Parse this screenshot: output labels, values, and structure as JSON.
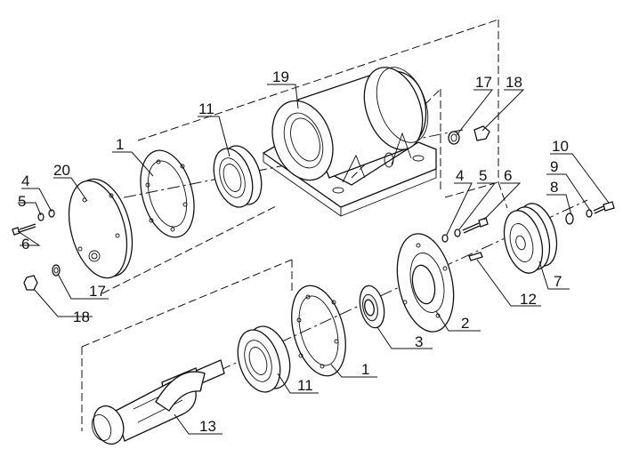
{
  "diagram": {
    "callouts": [
      {
        "id": "c11a",
        "text": "11"
      },
      {
        "id": "c19",
        "text": "19"
      },
      {
        "id": "c17a",
        "text": "17"
      },
      {
        "id": "c18a",
        "text": "18"
      },
      {
        "id": "c1a",
        "text": "1"
      },
      {
        "id": "c20",
        "text": "20"
      },
      {
        "id": "c4a",
        "text": "4"
      },
      {
        "id": "c5a",
        "text": "5"
      },
      {
        "id": "c6a",
        "text": "6"
      },
      {
        "id": "c17b",
        "text": "17"
      },
      {
        "id": "c18b",
        "text": "18"
      },
      {
        "id": "c4b",
        "text": "4"
      },
      {
        "id": "c5b",
        "text": "5"
      },
      {
        "id": "c6b",
        "text": "6"
      },
      {
        "id": "c10",
        "text": "10"
      },
      {
        "id": "c9",
        "text": "9"
      },
      {
        "id": "c8",
        "text": "8"
      },
      {
        "id": "c7",
        "text": "7"
      },
      {
        "id": "c12",
        "text": "12"
      },
      {
        "id": "c2",
        "text": "2"
      },
      {
        "id": "c3",
        "text": "3"
      },
      {
        "id": "c1b",
        "text": "1"
      },
      {
        "id": "c11b",
        "text": "11"
      },
      {
        "id": "c13",
        "text": "13"
      }
    ]
  }
}
